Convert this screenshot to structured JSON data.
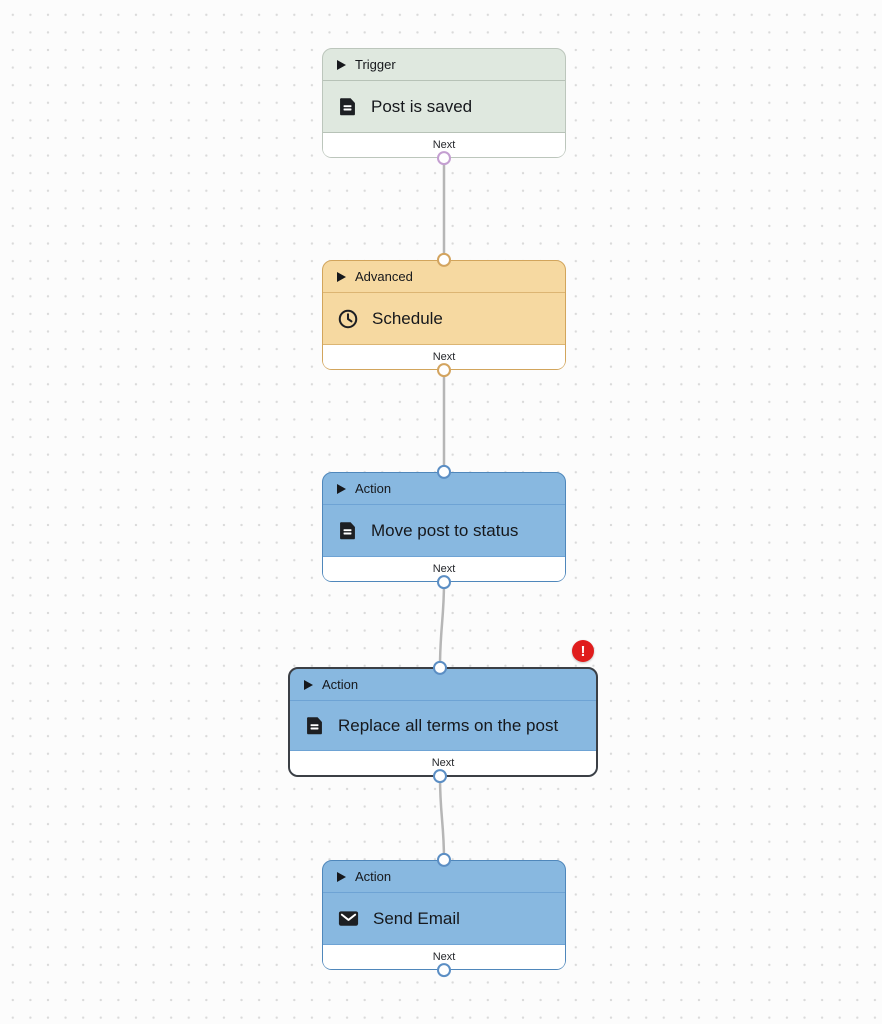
{
  "canvas": {
    "background": "#fcfcfc",
    "dot_color": "#dadada"
  },
  "connector_color": "#b6b6b6",
  "selection_border": "#3b3f45",
  "error_badge": {
    "symbol": "!",
    "color": "#e01d1d"
  },
  "nodes": [
    {
      "category": "Trigger",
      "title": "Post is saved",
      "icon": "post-document-icon",
      "footer_label": "Next",
      "has_input": false,
      "has_output": true,
      "error": false,
      "selected": false,
      "colors": {
        "fill": "#dfe8df",
        "border": "#bcc6bc",
        "divider": "#b7c2b7",
        "port": "#c49fd1"
      }
    },
    {
      "category": "Advanced",
      "title": "Schedule",
      "icon": "clock-icon",
      "footer_label": "Next",
      "has_input": true,
      "has_output": true,
      "error": false,
      "selected": false,
      "colors": {
        "fill": "#f6d9a1",
        "border": "#d2a55c",
        "divider": "#dcb573",
        "port": "#d3a45f"
      }
    },
    {
      "category": "Action",
      "title": "Move post to status",
      "icon": "post-document-icon",
      "footer_label": "Next",
      "has_input": true,
      "has_output": true,
      "error": false,
      "selected": false,
      "colors": {
        "fill": "#88b8e0",
        "border": "#4f87bb",
        "divider": "#6ea3d4",
        "port": "#5b8ec4"
      }
    },
    {
      "category": "Action",
      "title": "Replace all terms on the post",
      "icon": "post-document-icon",
      "footer_label": "Next",
      "has_input": true,
      "has_output": true,
      "error": true,
      "selected": true,
      "colors": {
        "fill": "#88b8e0",
        "border": "#4f87bb",
        "divider": "#6ea3d4",
        "port": "#5b8ec4"
      }
    },
    {
      "category": "Action",
      "title": "Send Email",
      "icon": "envelope-icon",
      "footer_label": "Next",
      "has_input": true,
      "has_output": true,
      "error": false,
      "selected": false,
      "colors": {
        "fill": "#88b8e0",
        "border": "#4f87bb",
        "divider": "#6ea3d4",
        "port": "#5b8ec4"
      }
    }
  ]
}
